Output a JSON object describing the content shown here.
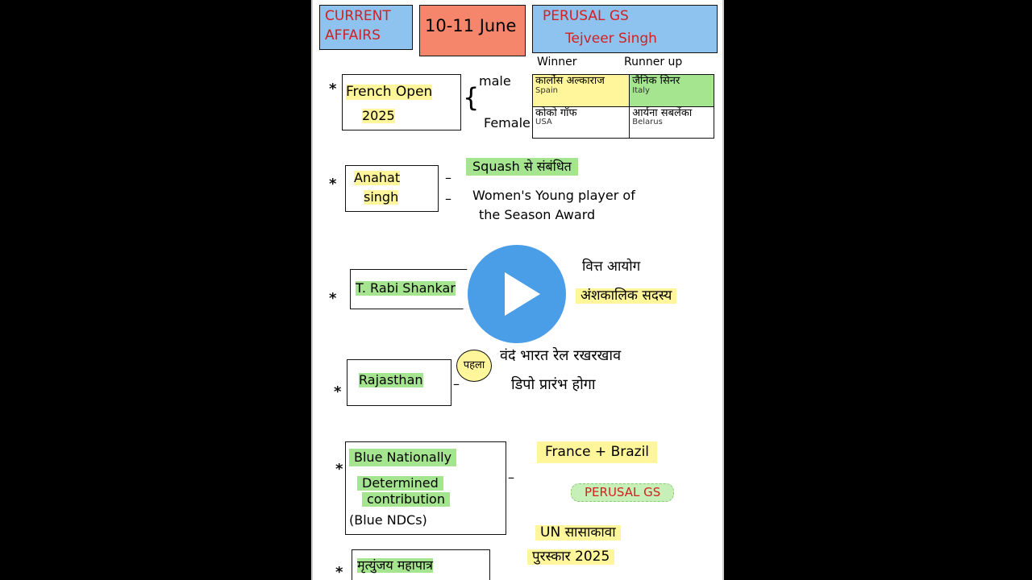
{
  "header": {
    "left_line1": "CURRENT",
    "left_line2": "AFFAIRS",
    "date": "10-11 June",
    "right_line1": "PERUSAL GS",
    "right_line2": "Tejveer Singh"
  },
  "french_open": {
    "title": "French Open",
    "year": "2025",
    "winner_header": "Winner",
    "runner_header": "Runner up",
    "male_label": "male",
    "female_label": "Female",
    "male_winner": "कार्लोस अल्काराज",
    "male_winner_country": "Spain",
    "male_runner": "जैनिक सिनर",
    "male_runner_country": "Italy",
    "female_winner": "कोको गॉफ",
    "female_winner_country": "USA",
    "female_runner": "आर्यना सबलेंका",
    "female_runner_country": "Belarus"
  },
  "anahat": {
    "name_line1": "Anahat",
    "name_line2": "singh",
    "note1": "Squash से संबंधित",
    "note2_line1": "Women's Young player of",
    "note2_line2": "the Season Award"
  },
  "rabi": {
    "name": "T. Rabi Shankar",
    "note1": "वित्त आयोग",
    "note2": "अंशकालिक सदस्य"
  },
  "rajasthan": {
    "name": "Rajasthan",
    "badge": "पहला",
    "note_line1": "वंदे भारत रेल रखरखाव",
    "note_line2": "डिपो प्रारंभ होगा"
  },
  "ndc": {
    "line1": "Blue Nationally",
    "line2": "Determined",
    "line3": "contribution",
    "line4": "(Blue NDCs)",
    "note": "France + Brazil",
    "watermark": "PERUSAL GS"
  },
  "mahapatra": {
    "name": "मृत्युंजय महापात्र",
    "note_line1": "UN सासाकावा",
    "note_line2": "पुरस्कार 2025"
  },
  "player": {
    "play_label": "Play video"
  },
  "colors": {
    "yellow": "#fff59a",
    "green": "#a6e58f",
    "blue": "#8fc3ef",
    "salmon": "#f5866b",
    "play": "#4a9ee8"
  }
}
